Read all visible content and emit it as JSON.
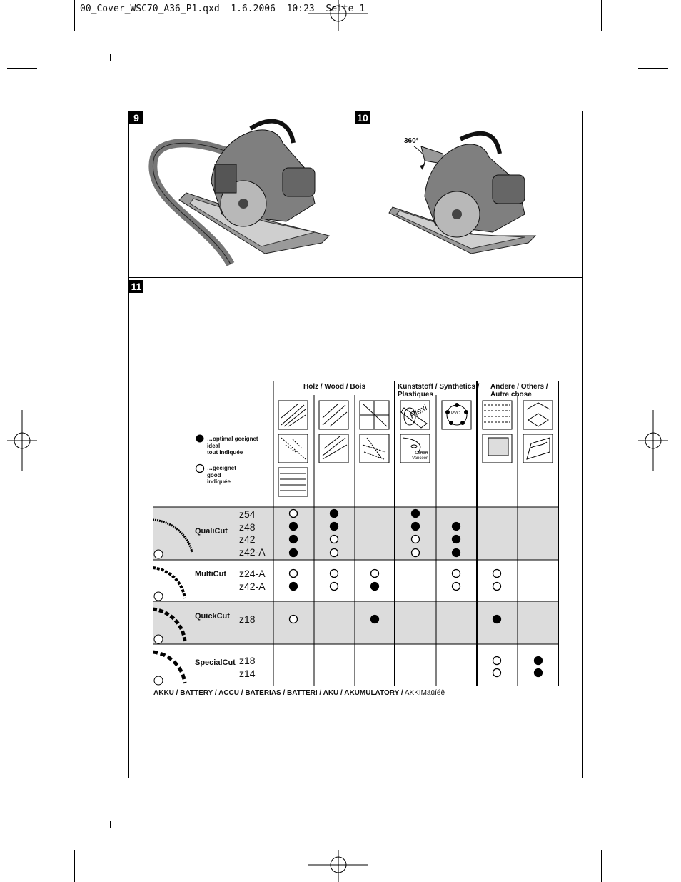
{
  "header": {
    "slug": "00_Cover_WSC70_A36_P1.qxd  1.6.2006  10:23  Seite 1"
  },
  "panels": [
    {
      "number": "9"
    },
    {
      "number": "10",
      "rotation_label": "360°"
    },
    {
      "number": "11"
    }
  ],
  "table": {
    "groups": [
      {
        "label": "Holz / Wood / Bois"
      },
      {
        "label_line1": "Kunststoff / Synthetics /",
        "label_line2": "Plastiques"
      },
      {
        "label_line1": "Andere / Others /",
        "label_line2": "Autre chose"
      }
    ],
    "icon_labels": {
      "plexi": "Plexi",
      "pvc": "PVC",
      "corian_line1": "Corian",
      "corian_line2": "Varicoor"
    },
    "legend": {
      "filled": [
        "…optimal geeignet",
        "ideal",
        "tout indiquée"
      ],
      "open": [
        "…geeignet",
        "good",
        "indiquée"
      ]
    },
    "rows": [
      {
        "name": "QualiCut",
        "teeth": [
          "z54",
          "z48",
          "z42",
          "z42-A"
        ]
      },
      {
        "name": "MultiCut",
        "teeth": [
          "z24-A",
          "z42-A"
        ]
      },
      {
        "name": "QuickCut",
        "teeth": [
          "z18"
        ]
      },
      {
        "name": "SpecialCut",
        "teeth": [
          "z18",
          "z14"
        ]
      }
    ],
    "ratings": [
      [
        [
          "open",
          "filled",
          "",
          "filled",
          "",
          "",
          ""
        ],
        [
          "filled",
          "filled",
          "",
          "filled",
          "filled",
          "",
          ""
        ],
        [
          "filled",
          "open",
          "",
          "open",
          "filled",
          "",
          ""
        ],
        [
          "filled",
          "open",
          "",
          "open",
          "filled",
          "",
          ""
        ]
      ],
      [
        [
          "open",
          "open",
          "open",
          "",
          "open",
          "open",
          ""
        ],
        [
          "filled",
          "open",
          "filled",
          "",
          "open",
          "open",
          ""
        ]
      ],
      [
        [
          "open",
          "",
          "filled",
          "",
          "",
          "filled",
          ""
        ]
      ],
      [
        [
          "",
          "",
          "",
          "",
          "",
          "open",
          "filled"
        ],
        [
          "",
          "",
          "",
          "",
          "",
          "open",
          "filled"
        ]
      ]
    ],
    "footer_bold": "AKKU / BATTERY / ACCU / BATERIAS / BATTERI / AKU / AKUMULATORY /",
    "footer_plain": "AKKIMäüíéê"
  }
}
